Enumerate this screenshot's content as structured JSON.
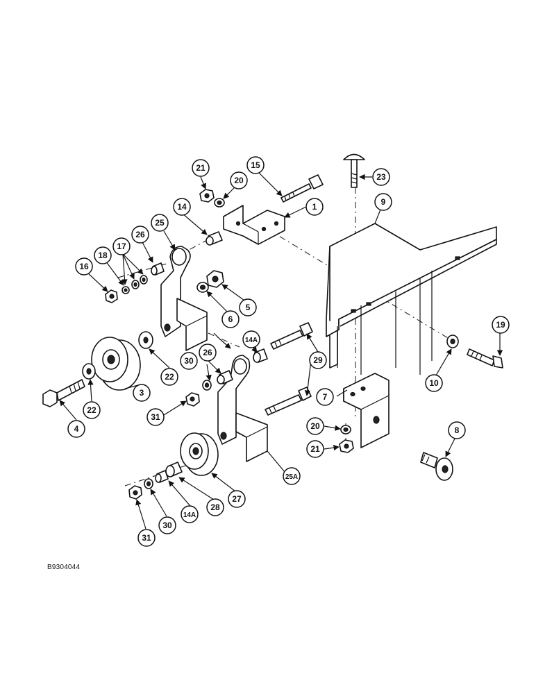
{
  "drawing_code": "B9304044",
  "callouts": [
    "1",
    "3",
    "4",
    "5",
    "6",
    "7",
    "8",
    "9",
    "10",
    "14",
    "14A",
    "14A",
    "15",
    "16",
    "17",
    "18",
    "19",
    "20",
    "20",
    "21",
    "21",
    "22",
    "22",
    "23",
    "25",
    "25A",
    "26",
    "26",
    "27",
    "28",
    "29",
    "30",
    "30",
    "31",
    "31"
  ]
}
